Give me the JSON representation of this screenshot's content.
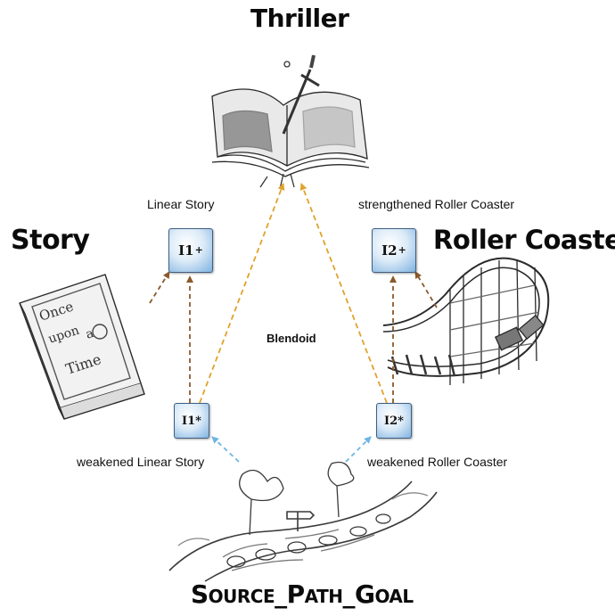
{
  "titles": {
    "top": "Thriller",
    "left": "Story",
    "right": "Roller Coaster",
    "bottom": "Source_Path_Goal"
  },
  "nodes": {
    "i1_plus": {
      "base": "I1",
      "sup": "+",
      "caption": "Linear Story"
    },
    "i2_plus": {
      "base": "I2",
      "sup": "+",
      "caption": "strengthened Roller Coaster"
    },
    "i1_star": {
      "text": "I1*",
      "caption": "weakened Linear Story"
    },
    "i2_star": {
      "text": "I2*",
      "caption": "weakened Roller Coaster"
    }
  },
  "center_label": "Blendoid",
  "illustrations": {
    "thriller": "book-with-dagger-sketch",
    "story": "once-upon-a-time-book-sketch",
    "story_book_text": [
      "Once",
      "upon",
      "a",
      "Time"
    ],
    "roller_coaster": "roller-coaster-track-sketch",
    "path": "winding-path-with-signpost-sketch"
  },
  "colors": {
    "orange_arrow": "#e0a22a",
    "brown_arrow": "#8a5a2b",
    "blue_arrow": "#6cb6e3",
    "node_border": "#3f5f80"
  }
}
